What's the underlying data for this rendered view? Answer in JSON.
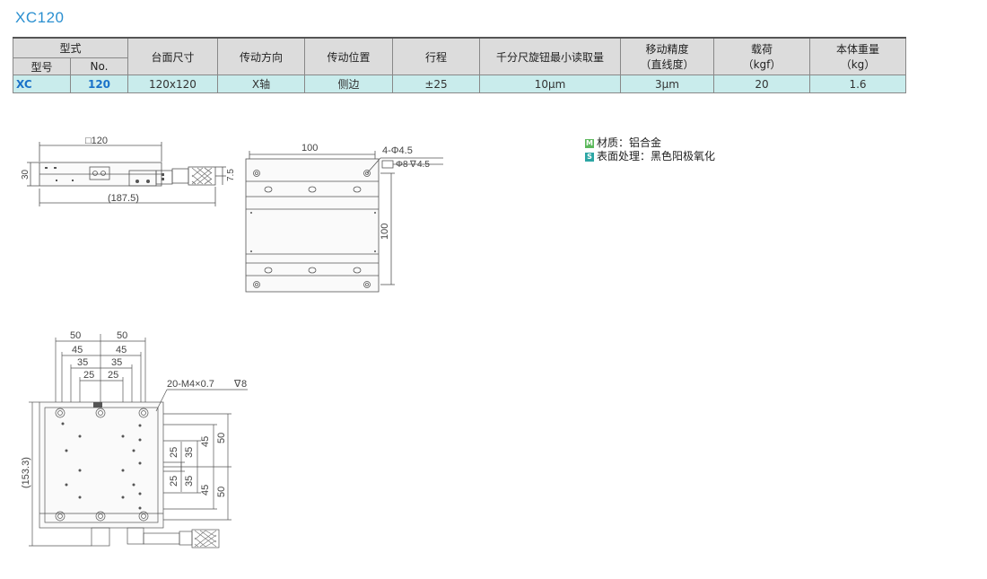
{
  "title": "XC120",
  "table": {
    "header": {
      "type": "型式",
      "model": "型号",
      "no": "No.",
      "table_size": "台面尺寸",
      "drive_direction": "传动方向",
      "drive_position": "传动位置",
      "travel": "行程",
      "min_reading": "千分尺旋钮最小读取量",
      "accuracy_line1": "移动精度",
      "accuracy_line2": "（直线度）",
      "load_line1": "载荷",
      "load_line2": "（kgf）",
      "weight_line1": "本体重量",
      "weight_line2": "（kg）"
    },
    "row": {
      "model": "XC",
      "no": "120",
      "table_size": "120x120",
      "drive_direction": "X轴",
      "drive_position": "侧边",
      "travel": "±25",
      "min_reading": "10μm",
      "accuracy": "3μm",
      "load": "20",
      "weight": "1.6"
    }
  },
  "notes": {
    "material_badge": "M",
    "material": "材质：铝合金",
    "surface_badge": "S",
    "surface": "表面处理：黑色阳极氧化",
    "badge_colors": {
      "M": "#5cb85c",
      "S": "#2ca6a4"
    }
  },
  "drawing_side": {
    "dim_top": "□120",
    "dim_height": "30",
    "dim_right": "7.5",
    "dim_length": "(187.5)"
  },
  "drawing_top_view": {
    "dim_width": "100",
    "dim_height": "100",
    "hole_callout": "4-Φ4.5",
    "counterbore_callout": "Φ8",
    "counterbore_depth": "4.5"
  },
  "drawing_plan": {
    "dims_top": [
      "50",
      "50",
      "45",
      "45",
      "35",
      "35",
      "25",
      "25"
    ],
    "tap_callout": "20-M4×0.7",
    "tap_depth": "8",
    "dims_right": [
      "25",
      "35",
      "45",
      "50",
      "25",
      "35",
      "45",
      "50"
    ],
    "dim_total": "(153.3)"
  }
}
